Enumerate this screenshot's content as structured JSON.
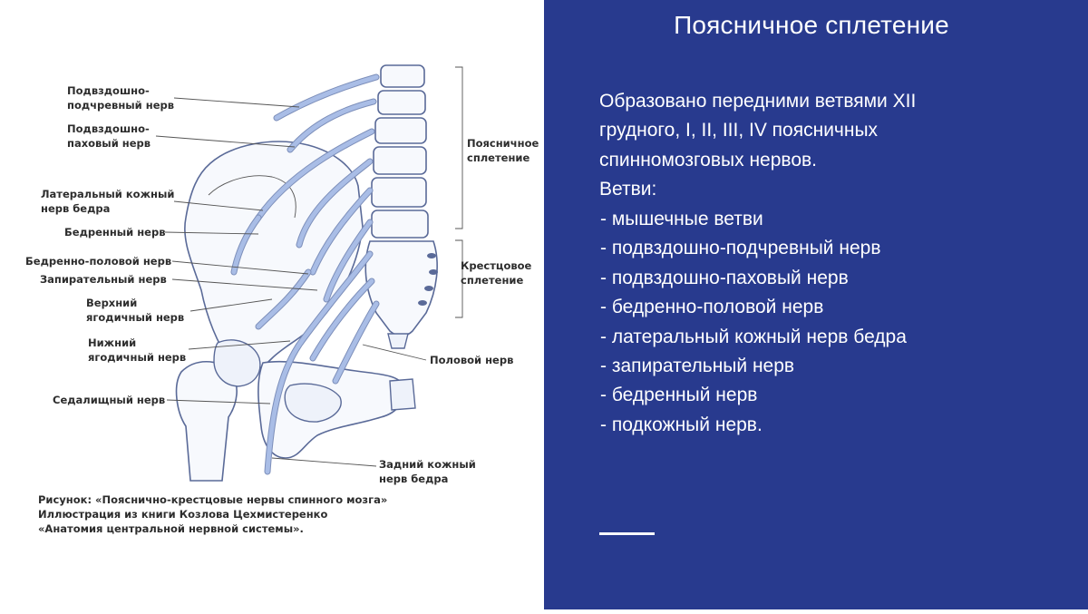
{
  "slide": {
    "title": "Поясничное сплетение",
    "intro_lines": [
      "Образовано передними ветвями XII",
      "грудного, I, II, III, IV поясничных",
      "спинномозговых нервов."
    ],
    "branches_heading": "Ветви:",
    "branches": [
      "мышечные ветви",
      "подвздошно-подчревный нерв",
      "подвздошно-паховый нерв",
      "бедренно-половой нерв",
      "латеральный кожный нерв бедра",
      "запирательный нерв",
      "бедренный нерв",
      "подкожный нерв."
    ]
  },
  "figure": {
    "labels": {
      "iliohypogastric": [
        "Подвздошно-",
        "подчревный нерв"
      ],
      "ilioinguinal": [
        "Подвздошно-",
        "паховый нерв"
      ],
      "lateral_cutaneous": [
        "Латеральный кожный",
        "нерв бедра"
      ],
      "femoral": "Бедренный нерв",
      "genitofemoral": "Бедренно-половой нерв",
      "obturator": "Запирательный нерв",
      "superior_gluteal": [
        "Верхний",
        "ягодичный нерв"
      ],
      "inferior_gluteal": [
        "Нижний",
        "ягодичный нерв"
      ],
      "sciatic": "Седалищный нерв",
      "lumbar_plexus": [
        "Поясничное",
        "сплетение"
      ],
      "sacral_plexus": [
        "Крестцовое",
        "сплетение"
      ],
      "pudendal": "Половой нерв",
      "posterior_cutaneous": [
        "Задний кожный",
        "нерв бедра"
      ]
    },
    "caption": [
      "Рисунок: «Пояснично-крестцовые нервы спинного мозга»",
      "Иллюстрация из книги Козлова Цехмистеренко",
      "«Анатомия центральной нервной системы»."
    ]
  }
}
